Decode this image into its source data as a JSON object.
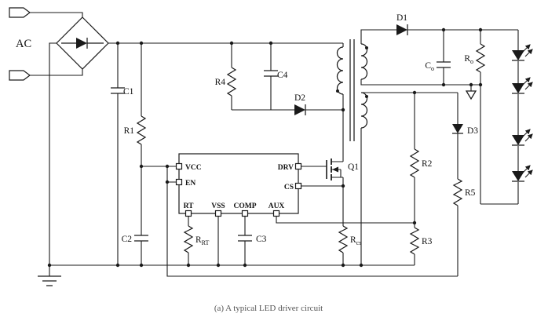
{
  "source": {
    "ac": "AC"
  },
  "components": {
    "c1": "C1",
    "c2": "C2",
    "c3": "C3",
    "c4": "C4",
    "r1": "R1",
    "r2": "R2",
    "r3": "R3",
    "r4": "R4",
    "r5": "R5",
    "rrt": {
      "main": "R",
      "sub": "RT"
    },
    "rcs": {
      "main": "R",
      "sub": "cs"
    },
    "co": {
      "main": "C",
      "sub": "o"
    },
    "ro": {
      "main": "R",
      "sub": "o"
    },
    "d1": "D1",
    "d2": "D2",
    "d3": "D3",
    "q1": "Q1"
  },
  "ic_pins": {
    "vcc": "VCC",
    "en": "EN",
    "drv": "DRV",
    "cs": "CS",
    "rt": "RT",
    "vss": "VSS",
    "comp": "COMP",
    "aux": "AUX"
  },
  "caption": "(a) A typical LED driver circuit",
  "colors": {
    "ink": "#1a1a1a",
    "background": "#ffffff"
  }
}
